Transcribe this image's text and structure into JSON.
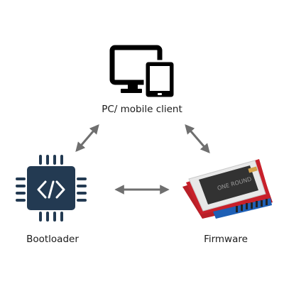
{
  "nodes": {
    "client": {
      "label": "PC/ mobile client",
      "icon": "desktop-tablet-icon"
    },
    "bootloader": {
      "label": "Bootloader",
      "icon": "chip-code-icon",
      "color": "#233a52"
    },
    "firmware": {
      "label": "Firmware",
      "icon": "lcd-display-board-icon",
      "screen_text": "ONE ROUND"
    }
  },
  "links": [
    {
      "from": "client",
      "to": "bootloader",
      "direction": "both"
    },
    {
      "from": "client",
      "to": "firmware",
      "direction": "both"
    },
    {
      "from": "bootloader",
      "to": "firmware",
      "direction": "both"
    }
  ],
  "colors": {
    "icon": "#000000",
    "arrow": "#6f6f6f",
    "chip": "#233a52",
    "board_red": "#c8202a",
    "board_blue": "#1e5fb5"
  }
}
